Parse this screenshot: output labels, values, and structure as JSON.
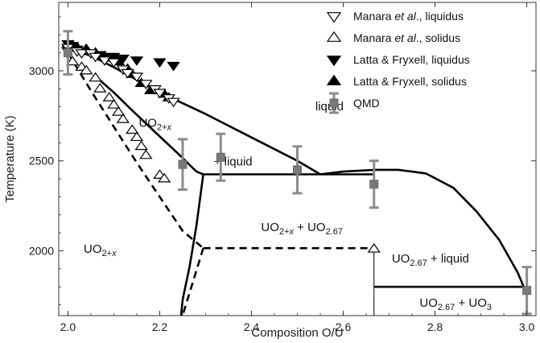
{
  "chart_data": {
    "type": "scatter",
    "xlabel": "Composition O/U",
    "ylabel": "Temperature (K)",
    "xlim": [
      1.98,
      3.02
    ],
    "ylim": [
      1640,
      3380
    ],
    "xticks": [
      "2.0",
      "2.2",
      "2.4",
      "2.6",
      "2.8",
      "3.0"
    ],
    "xtick_values": [
      2.0,
      2.2,
      2.4,
      2.6,
      2.8,
      3.0
    ],
    "yticks": [
      "2000",
      "2500",
      "3000"
    ],
    "ytick_values": [
      2000,
      2500,
      3000
    ],
    "legend": {
      "placement": "top-right",
      "entries": [
        {
          "marker": "open-down-triangle",
          "parts": [
            {
              "t": "Manara "
            },
            {
              "t": "et al",
              "italic": true
            },
            {
              "t": "., liquidus"
            }
          ]
        },
        {
          "marker": "open-up-triangle",
          "parts": [
            {
              "t": "Manara "
            },
            {
              "t": "et al",
              "italic": true
            },
            {
              "t": "., solidus"
            }
          ]
        },
        {
          "marker": "filled-down-triangle",
          "parts": [
            {
              "t": "Latta & Fryxell, liquidus"
            }
          ]
        },
        {
          "marker": "filled-up-triangle",
          "parts": [
            {
              "t": "Latta & Fryxell, solidus"
            }
          ]
        },
        {
          "marker": "gray-square-errorbar",
          "parts": [
            {
              "t": "QMD"
            }
          ]
        }
      ]
    },
    "region_labels": [
      {
        "name": "liquid",
        "x": 2.57,
        "y": 2780,
        "parts": [
          {
            "t": "liquid"
          }
        ]
      },
      {
        "name": "uo2x-upper",
        "x": 2.19,
        "y": 2690,
        "parts": [
          {
            "t": "UO"
          },
          {
            "t": "2+",
            "sub": true
          },
          {
            "t": "x",
            "sub": true,
            "italic": true
          }
        ]
      },
      {
        "name": "plus-liquid",
        "x": 2.36,
        "y": 2475,
        "parts": [
          {
            "t": "+ liquid"
          }
        ]
      },
      {
        "name": "uo2x-uo267",
        "x": 2.51,
        "y": 2110,
        "parts": [
          {
            "t": "UO"
          },
          {
            "t": "2+",
            "sub": true
          },
          {
            "t": "x",
            "sub": true,
            "italic": true
          },
          {
            "t": " + UO"
          },
          {
            "t": "2.67",
            "sub": true
          }
        ]
      },
      {
        "name": "uo2x-lower",
        "x": 2.07,
        "y": 1990,
        "parts": [
          {
            "t": "UO"
          },
          {
            "t": "2+",
            "sub": true
          },
          {
            "t": "x",
            "sub": true,
            "italic": true
          }
        ]
      },
      {
        "name": "uo267-liquid",
        "x": 2.79,
        "y": 1935,
        "parts": [
          {
            "t": "UO"
          },
          {
            "t": "2.67",
            "sub": true
          },
          {
            "t": " + liquid"
          }
        ]
      },
      {
        "name": "uo267-uo3",
        "x": 2.845,
        "y": 1690,
        "parts": [
          {
            "t": "UO"
          },
          {
            "t": "2.67",
            "sub": true
          },
          {
            "t": " + UO"
          },
          {
            "t": "3",
            "sub": true
          }
        ]
      }
    ],
    "phase_lines": [
      {
        "name": "liquidus",
        "style": "solid",
        "points": [
          [
            2.0,
            3120
          ],
          [
            2.05,
            3085
          ],
          [
            2.1,
            3020
          ],
          [
            2.15,
            2950
          ],
          [
            2.2,
            2880
          ],
          [
            2.3,
            2760
          ],
          [
            2.4,
            2630
          ],
          [
            2.5,
            2500
          ],
          [
            2.55,
            2425
          ]
        ]
      },
      {
        "name": "liquid-dome",
        "style": "solid",
        "points": [
          [
            2.55,
            2425
          ],
          [
            2.6,
            2440
          ],
          [
            2.67,
            2450
          ],
          [
            2.72,
            2450
          ],
          [
            2.78,
            2430
          ],
          [
            2.84,
            2350
          ],
          [
            2.89,
            2220
          ],
          [
            2.94,
            2060
          ],
          [
            2.98,
            1880
          ],
          [
            2.995,
            1790
          ]
        ]
      },
      {
        "name": "solidus",
        "style": "solid",
        "points": [
          [
            2.06,
            2970
          ],
          [
            2.1,
            2880
          ],
          [
            2.14,
            2780
          ],
          [
            2.19,
            2660
          ],
          [
            2.24,
            2540
          ],
          [
            2.28,
            2440
          ],
          [
            2.295,
            2425
          ]
        ]
      },
      {
        "name": "eutectic",
        "style": "solid",
        "points": [
          [
            2.295,
            2425
          ],
          [
            2.665,
            2425
          ]
        ]
      },
      {
        "name": "uo2x-boundary-solid",
        "style": "solid",
        "points": [
          [
            2.295,
            2425
          ],
          [
            2.28,
            2140
          ],
          [
            2.265,
            1910
          ],
          [
            2.25,
            1730
          ],
          [
            2.245,
            1600
          ]
        ]
      },
      {
        "name": "uo2x-boundary-dashed",
        "style": "dashed",
        "points": [
          [
            2.0,
            3100
          ],
          [
            2.05,
            2890
          ],
          [
            2.1,
            2690
          ],
          [
            2.15,
            2490
          ],
          [
            2.2,
            2300
          ],
          [
            2.25,
            2110
          ],
          [
            2.295,
            2015
          ]
        ]
      },
      {
        "name": "uo2x-dashed-lower",
        "style": "dashed",
        "points": [
          [
            2.295,
            2015
          ],
          [
            2.245,
            1600
          ]
        ]
      },
      {
        "name": "dashed-horizontal",
        "style": "dashed",
        "points": [
          [
            2.295,
            2015
          ],
          [
            2.665,
            2015
          ]
        ]
      },
      {
        "name": "uo267-vertical",
        "style": "solid-thin",
        "points": [
          [
            2.667,
            2010
          ],
          [
            2.667,
            1600
          ]
        ]
      },
      {
        "name": "uo267-uo3-line",
        "style": "solid",
        "points": [
          [
            2.667,
            1800
          ],
          [
            2.995,
            1800
          ]
        ]
      }
    ],
    "series": [
      {
        "name": "Manara et al., liquidus",
        "marker": "open-down-triangle",
        "x": [
          2.0,
          2.0,
          2.02,
          2.03,
          2.05,
          2.06,
          2.08,
          2.1,
          2.12,
          2.13,
          2.15,
          2.17,
          2.19,
          2.2,
          2.22,
          2.23
        ],
        "y": [
          3130,
          3110,
          3110,
          3100,
          3100,
          3080,
          3060,
          3050,
          3010,
          2990,
          2970,
          2930,
          2900,
          2880,
          2850,
          2830
        ]
      },
      {
        "name": "Manara et al., solidus",
        "marker": "open-up-triangle",
        "x": [
          2.01,
          2.03,
          2.04,
          2.06,
          2.07,
          2.09,
          2.1,
          2.11,
          2.12,
          2.14,
          2.15,
          2.16,
          2.17,
          2.2,
          2.21,
          2.667
        ],
        "y": [
          3050,
          3020,
          3000,
          2960,
          2900,
          2850,
          2810,
          2770,
          2730,
          2670,
          2630,
          2580,
          2530,
          2420,
          2400,
          2010
        ]
      },
      {
        "name": "Latta & Fryxell, liquidus",
        "marker": "filled-down-triangle",
        "x": [
          2.0,
          2.0,
          2.01,
          2.02,
          2.03,
          2.05,
          2.07,
          2.08,
          2.1,
          2.12,
          2.15,
          2.2,
          2.23
        ],
        "y": [
          3150,
          3130,
          3140,
          3120,
          3110,
          3100,
          3090,
          3080,
          3080,
          3070,
          3060,
          3050,
          3030
        ]
      },
      {
        "name": "Latta & Fryxell, solidus",
        "marker": "filled-up-triangle",
        "x": [
          2.0,
          2.01,
          2.02,
          2.04,
          2.06,
          2.08,
          2.1,
          2.11,
          2.13,
          2.14,
          2.16,
          2.18,
          2.21,
          2.22
        ],
        "y": [
          3150,
          3140,
          3130,
          3120,
          3100,
          3080,
          3070,
          3050,
          3010,
          2980,
          2930,
          2890,
          2870,
          2850
        ]
      },
      {
        "name": "QMD",
        "marker": "gray-square-errorbar",
        "x": [
          2.0,
          2.25,
          2.333,
          2.5,
          2.667,
          3.0
        ],
        "y": [
          3100,
          2480,
          2520,
          2450,
          2370,
          1780
        ],
        "err": [
          120,
          140,
          130,
          130,
          130,
          130
        ]
      }
    ]
  }
}
